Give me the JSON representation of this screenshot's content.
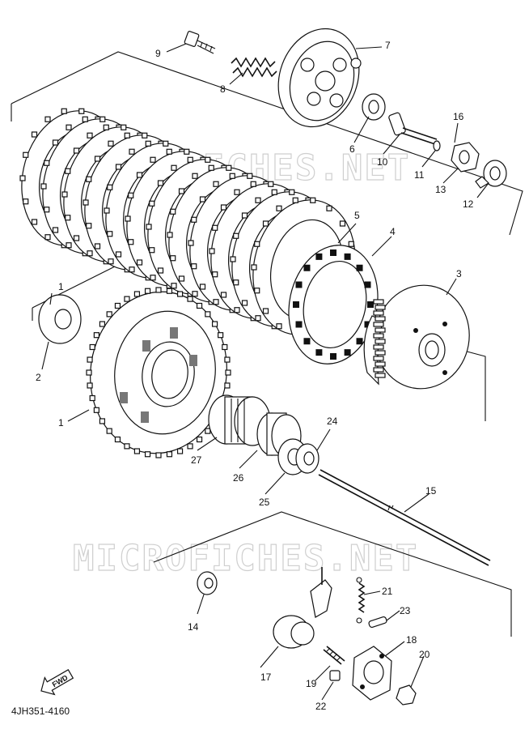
{
  "diagram_code": "4JH351-4160",
  "watermark": "MICROFICHES.NET",
  "fwd_label": "FWD",
  "callouts": [
    {
      "id": "c1",
      "label": "1"
    },
    {
      "id": "c2",
      "label": "2"
    },
    {
      "id": "c3",
      "label": "3"
    },
    {
      "id": "c4",
      "label": "4"
    },
    {
      "id": "c5",
      "label": "5"
    },
    {
      "id": "c6",
      "label": "6"
    },
    {
      "id": "c7",
      "label": "7"
    },
    {
      "id": "c8",
      "label": "8"
    },
    {
      "id": "c9",
      "label": "9"
    },
    {
      "id": "c10",
      "label": "10"
    },
    {
      "id": "c11",
      "label": "11"
    },
    {
      "id": "c12",
      "label": "12"
    },
    {
      "id": "c13",
      "label": "13"
    },
    {
      "id": "c14",
      "label": "14"
    },
    {
      "id": "c15",
      "label": "15"
    },
    {
      "id": "c16",
      "label": "16"
    },
    {
      "id": "c17",
      "label": "17"
    },
    {
      "id": "c18",
      "label": "18"
    },
    {
      "id": "c19",
      "label": "19"
    },
    {
      "id": "c20",
      "label": "20"
    },
    {
      "id": "c21",
      "label": "21"
    },
    {
      "id": "c22",
      "label": "22"
    },
    {
      "id": "c23",
      "label": "23"
    },
    {
      "id": "c24",
      "label": "24"
    },
    {
      "id": "c25",
      "label": "25"
    },
    {
      "id": "c26",
      "label": "26"
    },
    {
      "id": "c27",
      "label": "27"
    }
  ]
}
